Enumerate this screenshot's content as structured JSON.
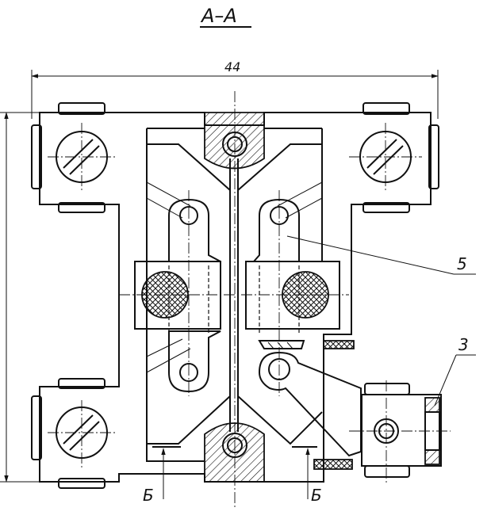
{
  "drawing": {
    "section_title": "А–А",
    "dimension_width": "44",
    "callout_part_5": "5",
    "callout_part_3": "3",
    "view_mark_left": "Б",
    "view_mark_right": "Б"
  },
  "colors": {
    "ink": "#111111",
    "paper": "#ffffff"
  }
}
